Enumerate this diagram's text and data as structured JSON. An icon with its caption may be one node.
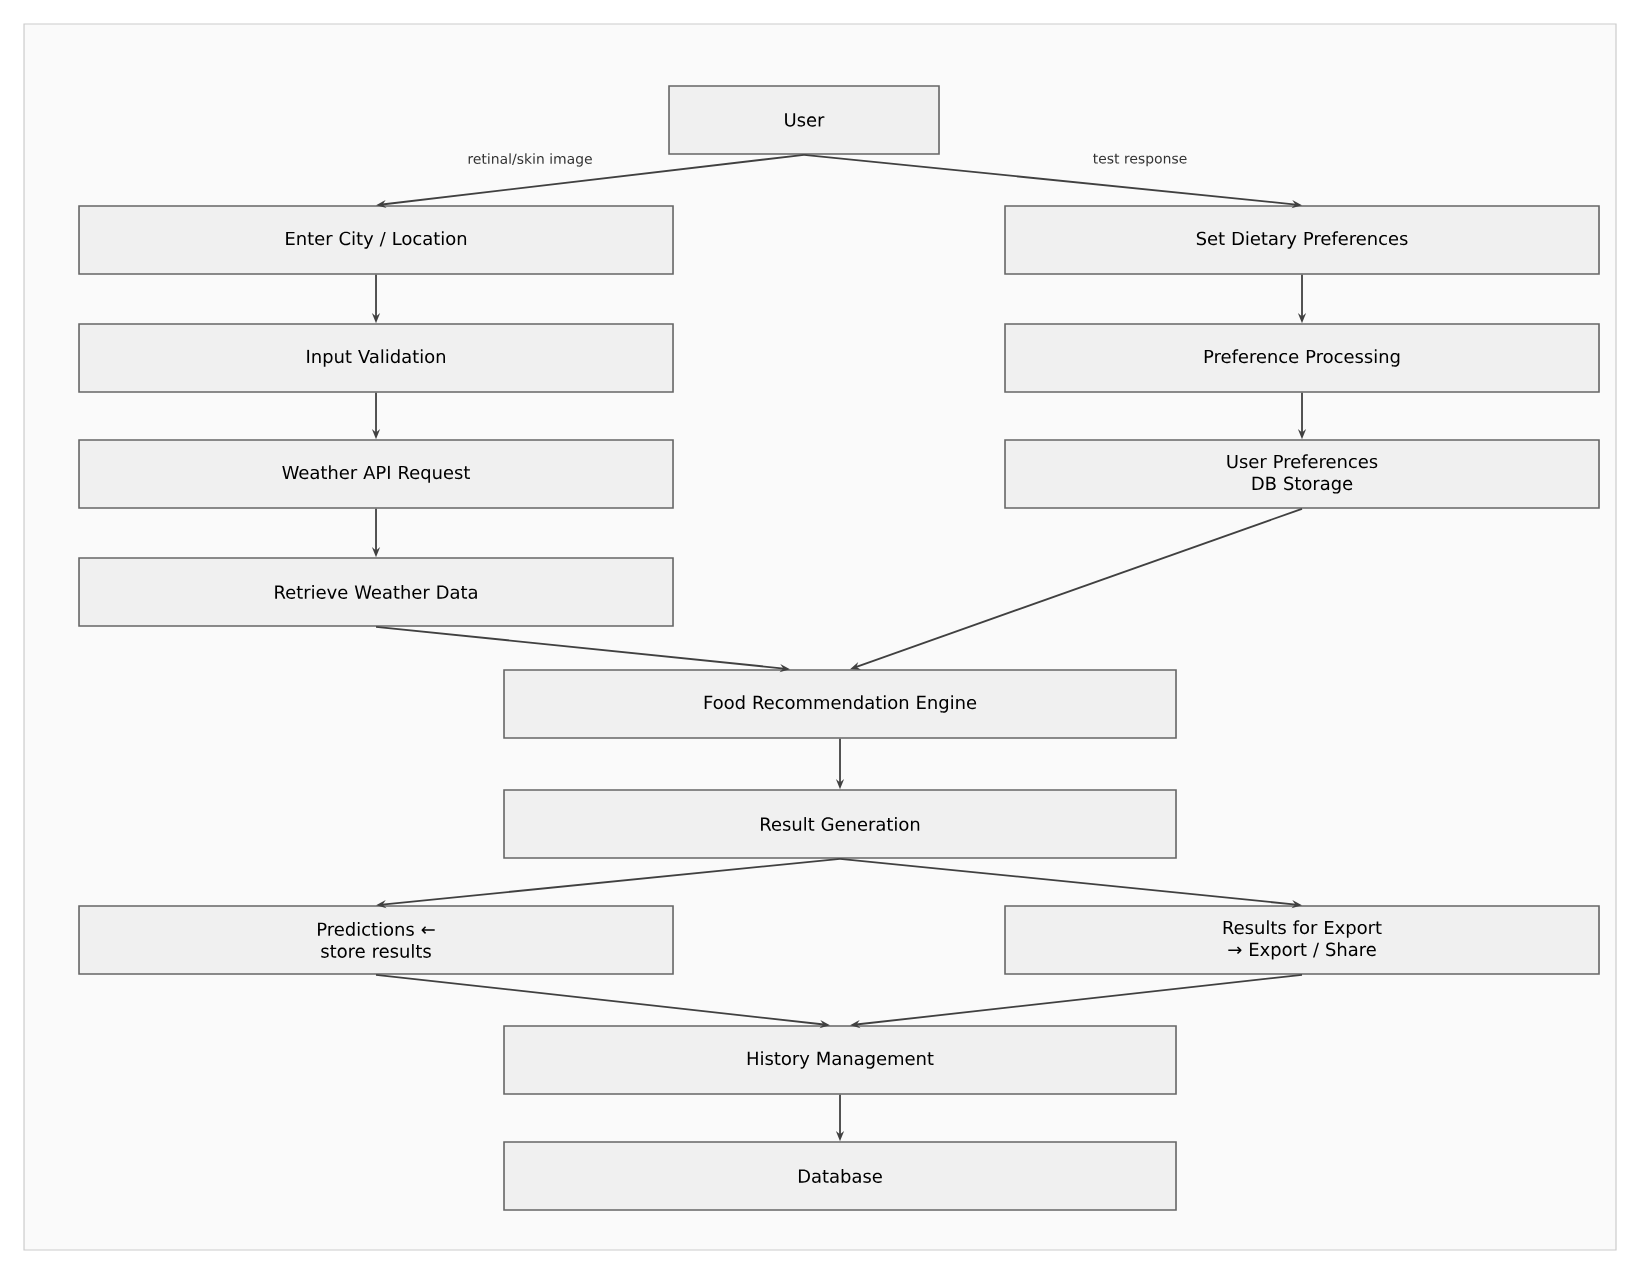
{
  "diagram": {
    "nodes": [
      {
        "text": [
          "User"
        ]
      },
      {
        "text": [
          "Enter City / Location"
        ]
      },
      {
        "text": [
          "Input Validation"
        ]
      },
      {
        "text": [
          "Weather API Request"
        ]
      },
      {
        "text": [
          "Retrieve Weather Data"
        ]
      },
      {
        "text": [
          "Set Dietary Preferences"
        ]
      },
      {
        "text": [
          "Preference Processing"
        ]
      },
      {
        "text": [
          "User Preferences DB Storage"
        ]
      },
      {
        "text": [
          "Food Recommendation Engine"
        ]
      },
      {
        "text": [
          "Result Generation"
        ]
      },
      {
        "text": [
          "Predictions ← store results"
        ]
      },
      {
        "text": [
          "Results for Export → Export / Share"
        ]
      },
      {
        "text": [
          "History Management"
        ]
      },
      {
        "text": [
          "Database"
        ]
      }
    ],
    "edges": [
      {
        "from": 0,
        "to": 1,
        "arrow": "to",
        "label": "retinal/skin image"
      },
      {
        "from": 0,
        "to": 5,
        "arrow": "to",
        "label": "test response"
      },
      {
        "from": 1,
        "to": 2,
        "arrow": "to"
      },
      {
        "from": 2,
        "to": 3,
        "arrow": "to"
      },
      {
        "from": 3,
        "to": 4,
        "arrow": "to"
      },
      {
        "from": 5,
        "to": 6,
        "arrow": "to"
      },
      {
        "from": 6,
        "to": 7,
        "arrow": "to"
      },
      {
        "from": 4,
        "to": 8,
        "arrow": "to"
      },
      {
        "from": 7,
        "to": 8,
        "arrow": "to"
      },
      {
        "from": 8,
        "to": 9,
        "arrow": "to"
      },
      {
        "from": 9,
        "to": 10,
        "arrow": "to"
      },
      {
        "from": 9,
        "to": 11,
        "arrow": "to"
      },
      {
        "from": 10,
        "to": 12,
        "arrow": "to"
      },
      {
        "from": 11,
        "to": 12,
        "arrow": "to"
      },
      {
        "from": 12,
        "to": 13,
        "arrow": "to"
      }
    ]
  }
}
